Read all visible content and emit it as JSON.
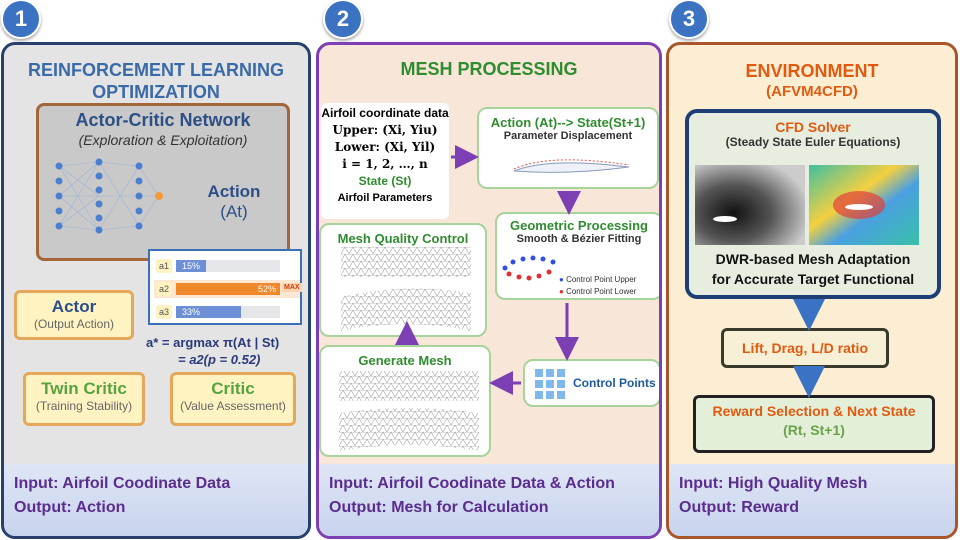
{
  "badges": [
    "1",
    "2",
    "3"
  ],
  "panel1": {
    "title_line1": "REINFORCEMENT LEARNING",
    "title_line2": "OPTIMIZATION",
    "network": {
      "title": "Actor-Critic Network",
      "subtitle": "(Exploration & Exploitation)",
      "action_label": "Action",
      "action_symbol": "(At)"
    },
    "prob_bars": [
      {
        "label": "a1",
        "pct": "15%",
        "value": 0.15,
        "color": "#6c8fd6"
      },
      {
        "label": "a2",
        "pct": "52%",
        "value": 0.52,
        "color": "#f0882c",
        "tag": "MAX"
      },
      {
        "label": "a3",
        "pct": "33%",
        "value": 0.33,
        "color": "#6c8fd6"
      }
    ],
    "equation_line1": "a* = argmax π(At | St)",
    "equation_line2": "= a2(p = 0.52)",
    "actor": {
      "title": "Actor",
      "subtitle": "(Output Action)"
    },
    "twin_critic": {
      "title": "Twin Critic",
      "subtitle": "(Training Stability)"
    },
    "critic": {
      "title": "Critic",
      "subtitle": "(Value Assessment)"
    },
    "footer_input": "Input: Airfoil Coodinate Data",
    "footer_output": "Output: Action"
  },
  "panel2": {
    "title": "MESH PROCESSING",
    "airfoil_box": {
      "line1": "Airfoil coordinate data",
      "upper": "Upper: (Xi, Yiu)",
      "lower": "Lower: (Xi, Yil)",
      "index": "i = 1, 2, …, n",
      "state": "State (St)",
      "params": "Airfoil Parameters"
    },
    "action_box": {
      "title": "Action (At)--> State(St+1)",
      "subtitle": "Parameter Displacement"
    },
    "geo_box": {
      "title": "Geometric Processing",
      "subtitle": "Smooth & Bézier Fitting",
      "legend_upper": "Control Point Upper",
      "legend_lower": "Control Point Lower"
    },
    "mesh_quality": {
      "title": "Mesh Quality Control"
    },
    "generate_mesh": {
      "title": "Generate Mesh"
    },
    "control_points": {
      "title": "Control Points"
    },
    "footer_input": "Input: Airfoil Coodinate Data & Action",
    "footer_output": "Output: Mesh for Calculation"
  },
  "panel3": {
    "title": "ENVIRONMENT",
    "subtitle": "(AFVM4CFD)",
    "cfd": {
      "title": "CFD Solver",
      "subtitle": "(Steady State Euler Equations)",
      "adapt_line1": "DWR-based Mesh Adaptation",
      "adapt_line2": "for Accurate Target Functional"
    },
    "lift_box": "Lift, Drag,  L/D  ratio",
    "reward_box": {
      "title": "Reward Selection & Next State",
      "symbol": "(Rt, St+1)"
    },
    "footer_input": "Input: High Quality Mesh",
    "footer_output": "Output: Reward"
  }
}
